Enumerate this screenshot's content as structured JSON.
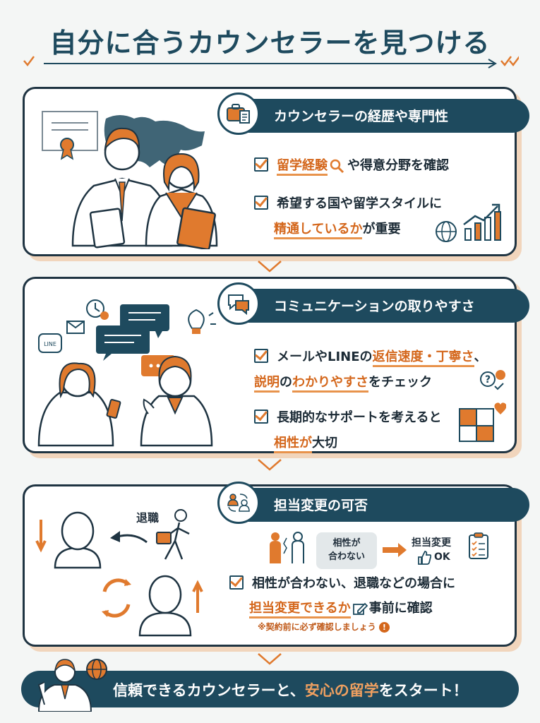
{
  "title": "自分に合うカウンセラーを見つける",
  "sections": [
    {
      "heading": "カウンセラーの経歴や専門性",
      "items": [
        {
          "hl": "留学経験",
          "after": "や得意分野を確認"
        },
        {
          "line1": "希望する国や留学スタイルに",
          "hl": "精通しているか",
          "after": "が重要"
        }
      ]
    },
    {
      "heading": "コミュニケーションの取りやすさ",
      "items": [
        {
          "pre": "メールやLINEの",
          "hl": "返信速度・丁寧さ",
          "tail": "、",
          "hl2": "説明",
          "mid": "の",
          "hl3": "わかりやすさ",
          "after": "をチェック"
        },
        {
          "line1": "長期的なサポートを考えると",
          "hl": "相性が",
          "after": "大切"
        }
      ],
      "line_badge": "LINE"
    },
    {
      "heading": "担当変更の可否",
      "items": [
        {
          "line1": "相性が合わない、退職などの場合に",
          "hl": "担当変更できるか",
          "after": "事前に確認"
        }
      ],
      "note": "※契約前に必ず確認しましょう",
      "note_icon": "!",
      "mismatch_line1": "相性が",
      "mismatch_line2": "合わない",
      "change_label": "担当変更",
      "ok_label": "OK",
      "retire_label": "退職"
    }
  ],
  "footer": {
    "pre": "信頼できるカウンセラーと、",
    "hl": "安心の留学",
    "after": "をスタート！"
  },
  "colors": {
    "navy": "#1e4a5e",
    "orange": "#e07a2e",
    "shadow": "#f1d5bc"
  },
  "icons": [
    "briefcase-document-icon",
    "chat-bubbles-icon",
    "people-swap-icon",
    "checkbox-icon",
    "magnifier-icon",
    "globe-icon",
    "growth-chart-icon",
    "puzzle-heart-icon",
    "question-check-icon",
    "pencil-icon",
    "clipboard-check-icon",
    "thumbs-up-icon",
    "exclamation-icon"
  ]
}
